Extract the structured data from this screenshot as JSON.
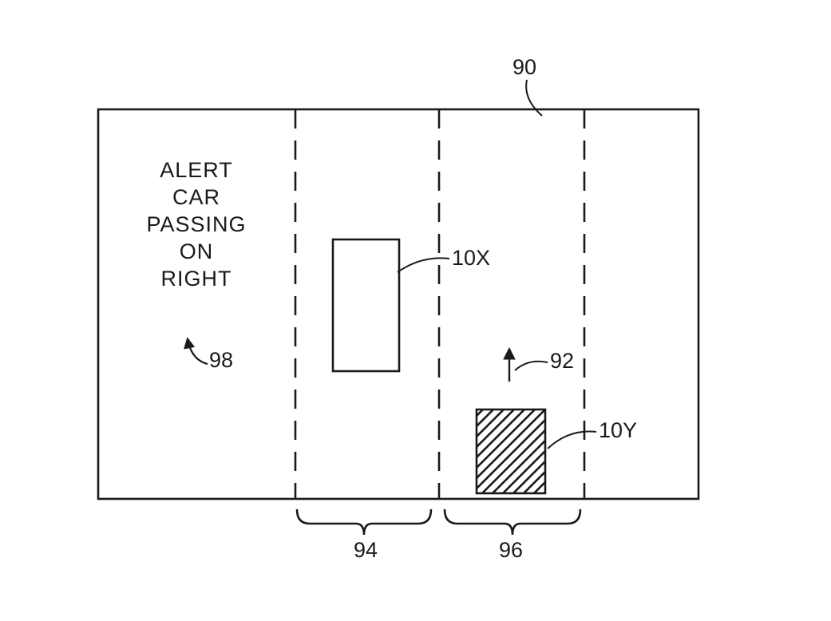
{
  "figure": {
    "alert_lines": [
      "ALERT",
      "CAR",
      "PASSING",
      "ON",
      "RIGHT"
    ],
    "labels": {
      "road": "90",
      "alert_ref": "98",
      "host_lane": "94",
      "adjacent_lane": "96",
      "host_vehicle": "10X",
      "target_vehicle": "10Y",
      "direction": "92"
    },
    "colors": {
      "line": "#1a1a1a",
      "background": "#ffffff"
    }
  }
}
